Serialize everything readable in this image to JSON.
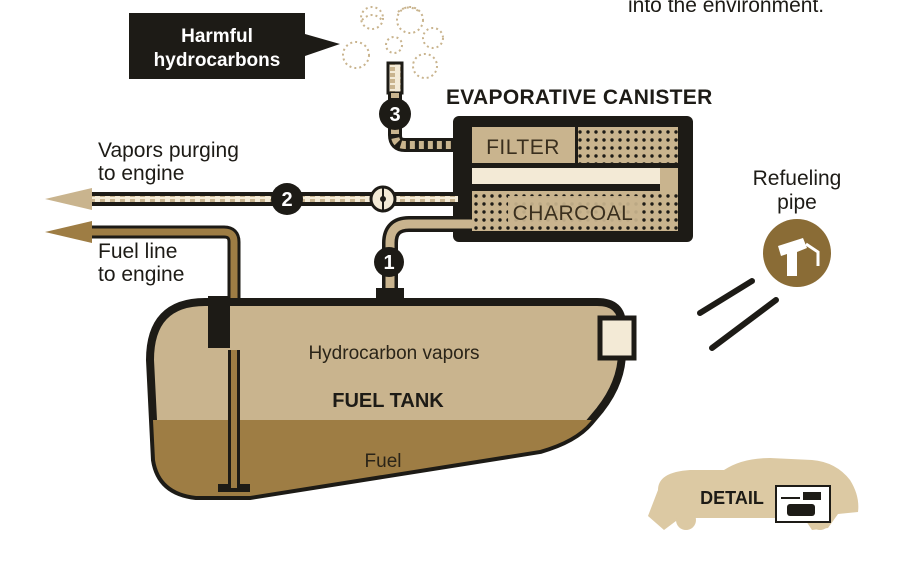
{
  "header": {
    "clipped_note": "into the environment."
  },
  "callout": {
    "line1": "Harmful",
    "line2": "hydrocarbons"
  },
  "canister": {
    "title": "EVAPORATIVE CANISTER",
    "filter": "FILTER",
    "charcoal": "CHARCOAL"
  },
  "labels": {
    "vapors_line1": "Vapors purging",
    "vapors_line2": "to engine",
    "fuel_line1": "Fuel line",
    "fuel_line2": "to engine",
    "refuel_line1": "Refueling",
    "refuel_line2": "pipe"
  },
  "tank": {
    "vapors": "Hydrocarbon vapors",
    "title": "FUEL TANK",
    "fuel": "Fuel"
  },
  "steps": [
    "1",
    "2",
    "3"
  ],
  "detail": {
    "label": "DETAIL"
  },
  "icons": {
    "refuel": "fuel-nozzle-icon",
    "car": "car-silhouette-icon"
  },
  "colors": {
    "tan": "#c9b48e",
    "fuel_brown": "#9e7d44",
    "dark": "#1d1b16",
    "cream": "#f3ead6",
    "emblem": "#8a6c36"
  }
}
